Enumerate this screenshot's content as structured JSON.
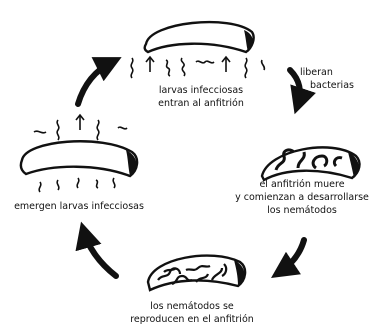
{
  "stages": {
    "top": {
      "lines": [
        "larvas infecciosas",
        "entran al anfitrión"
      ]
    },
    "right": {
      "lines": [
        "el anfitrión muere",
        "y comienzan a desarrollarse",
        "los nemátodos"
      ]
    },
    "bottom": {
      "lines": [
        "los nemátodos se",
        "reproducen en el anfitrión"
      ]
    },
    "left": {
      "lines": [
        "emergen larvas infecciosas"
      ]
    }
  },
  "arrows": {
    "top_right": {
      "lines": [
        "liberan",
        "bacterias"
      ]
    }
  },
  "colors": {
    "ink": "#111111",
    "paper": "#ffffff"
  }
}
